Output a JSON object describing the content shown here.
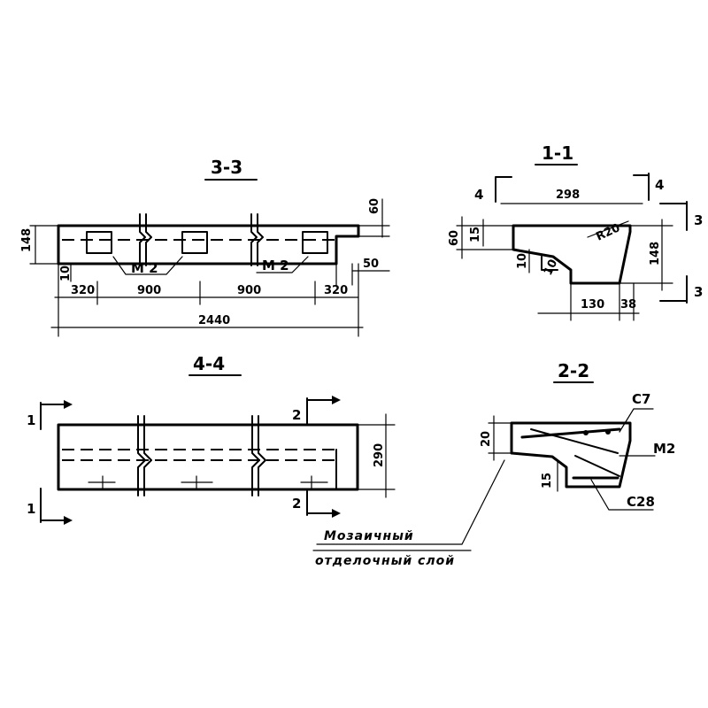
{
  "sections": {
    "s33": {
      "title": "3-3",
      "dims": {
        "h148": "148",
        "h60": "60",
        "w320a": "320",
        "w900a": "900",
        "w900b": "900",
        "w320b": "320",
        "total": "2440",
        "d50": "50",
        "d10": "10"
      },
      "marks": {
        "m2a": "M 2",
        "m2b": "M 2"
      }
    },
    "s11": {
      "title": "1-1",
      "dims": {
        "w298": "298",
        "h60": "60",
        "h15": "15",
        "r20": "R20",
        "h10": "10",
        "w10": "10",
        "h148": "148",
        "w130": "130",
        "w38": "38"
      },
      "marks": {
        "c4a": "4",
        "c4b": "4",
        "c3a": "3",
        "c3b": "3"
      }
    },
    "s44": {
      "title": "4-4",
      "dims": {
        "h290": "290"
      },
      "marks": {
        "c1a": "1",
        "c1b": "1",
        "c2a": "2",
        "c2b": "2"
      }
    },
    "s22": {
      "title": "2-2",
      "dims": {
        "h20": "20",
        "h15": "15"
      },
      "marks": {
        "c7": "C7",
        "m2": "M2",
        "c28": "C28"
      }
    }
  },
  "note": {
    "line1": "Мозаичный",
    "line2": "отделочный слой"
  }
}
